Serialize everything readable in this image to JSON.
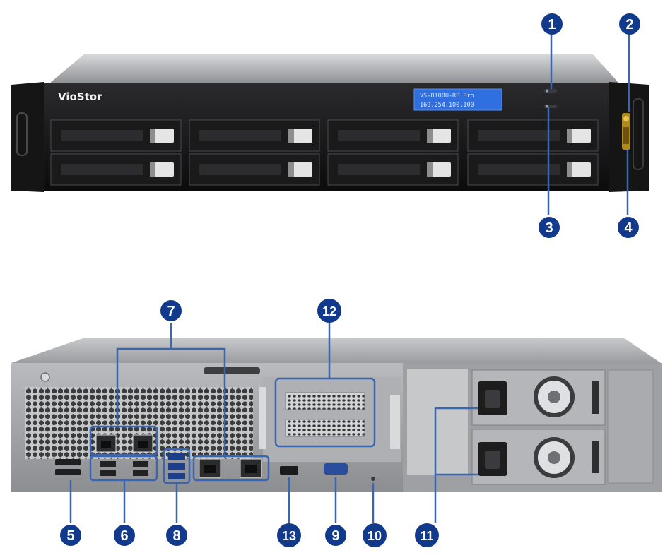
{
  "front_panel": {
    "brand": "VioStor",
    "lcd_line1": "VS-8100U-RP Pro",
    "lcd_line2": "169.254.100.100"
  },
  "callouts": [
    {
      "id": "c1",
      "label": "1"
    },
    {
      "id": "c2",
      "label": "2"
    },
    {
      "id": "c3",
      "label": "3"
    },
    {
      "id": "c4",
      "label": "4"
    },
    {
      "id": "c5",
      "label": "5"
    },
    {
      "id": "c6",
      "label": "6"
    },
    {
      "id": "c7",
      "label": "7"
    },
    {
      "id": "c8",
      "label": "8"
    },
    {
      "id": "c9",
      "label": "9"
    },
    {
      "id": "c10",
      "label": "10"
    },
    {
      "id": "c11",
      "label": "11"
    },
    {
      "id": "c12",
      "label": "12"
    },
    {
      "id": "c13",
      "label": "13"
    }
  ],
  "colors": {
    "callout_fill": "#123a8c",
    "callout_line": "#3a66b0",
    "chassis_dark": "#1c1c1e",
    "chassis_top": "#a6a8ab",
    "lcd": "#2f6fe0"
  }
}
